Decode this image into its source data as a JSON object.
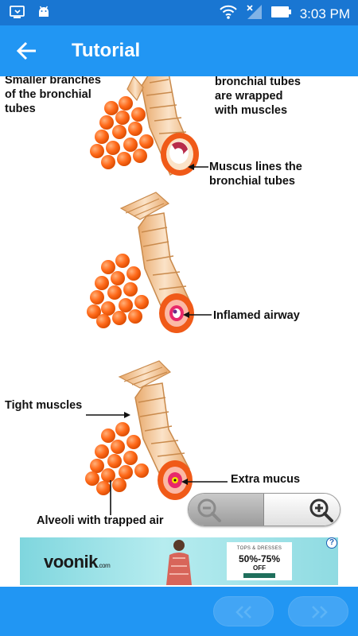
{
  "status_bar": {
    "time": "3:03 PM",
    "icons": [
      "screen-cast-icon",
      "android-icon",
      "wifi-icon",
      "signal-icon",
      "battery-icon"
    ]
  },
  "app_bar": {
    "title": "Tutorial",
    "back_icon": "arrow-left-icon"
  },
  "diagram": {
    "labels": {
      "smaller_branches": [
        "Smaller branches",
        "of the bronchial",
        "tubes"
      ],
      "wrapped": [
        "bronchial tubes",
        "are wrapped",
        "with muscles"
      ],
      "mucus_lines": [
        "Muscus lines the",
        "bronchial tubes"
      ],
      "inflamed": "Inflamed airway",
      "tight_muscles": "Tight muscles",
      "extra_mucus": "Extra mucus",
      "alveoli": "Alveoli with trapped air"
    }
  },
  "zoom": {
    "out_icon": "zoom-out-icon",
    "in_icon": "zoom-in-icon"
  },
  "ad": {
    "brand": "voonik",
    "brand_suffix": ".com",
    "promo_sub": "TOPS & DRESSES",
    "promo_main": "50%-75%",
    "promo_off": "OFF",
    "info_label": "?"
  },
  "bottom_nav": {
    "prev_icon": "chevron-double-left-icon",
    "next_icon": "chevron-double-right-icon"
  },
  "colors": {
    "status_bar": "#1976d2",
    "app_bar": "#2196f3",
    "alveoli": "#ff6a1a",
    "tube": "#f3c79a"
  }
}
